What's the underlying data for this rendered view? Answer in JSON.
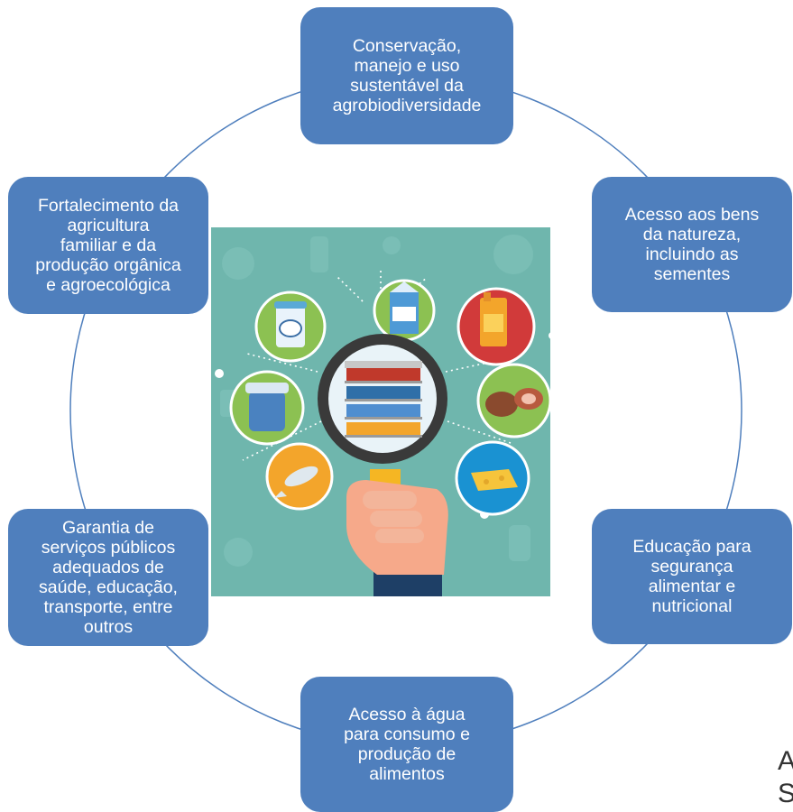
{
  "nodes": {
    "top": "Conservação,\nmanejo e uso\nsustentável da\nagrobiodiversidade",
    "ne": "Acesso aos bens\nda natureza,\nincluindo as\nsementes",
    "se": "Educação para\nsegurança\nalimentar e\nnutricional",
    "bottom": "Acesso à água\npara consumo e\nprodução de\nalimentos",
    "sw": "Garantia de\nserviços públicos\nadequados de\nsaúde, educação,\ntransporte, entre\noutros",
    "nw": "Fortalecimento da\nagricultura\nfamiliar  e da\nprodução orgânica\ne agroecológica"
  },
  "fragment": {
    "line1": "A",
    "line2": "S"
  },
  "colors": {
    "box": "#4f7fbd",
    "ring": "#4f7fbd",
    "image_bg": "#6fb6ad",
    "magnifier_frame": "#3a3a3a",
    "handle": "#f5b623"
  },
  "icons": [
    "yogurt-cup-icon",
    "milk-carton-icon",
    "juice-carton-icon",
    "jar-icon",
    "ham-icon",
    "fish-icon",
    "cheese-icon",
    "grocery-shelf-icon",
    "hand-icon",
    "gear-icon"
  ]
}
